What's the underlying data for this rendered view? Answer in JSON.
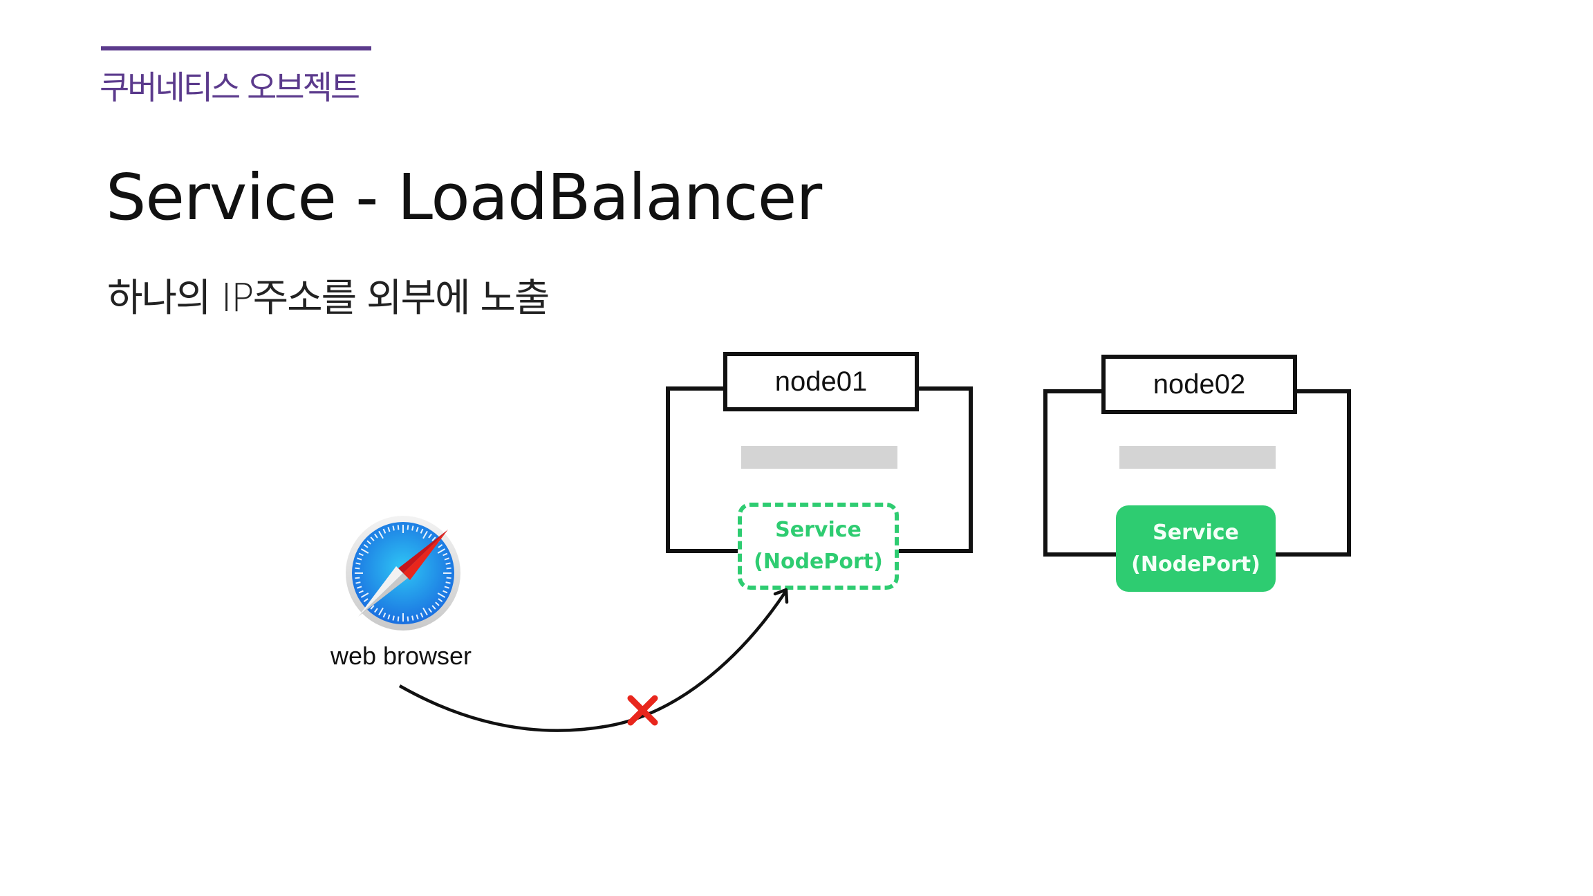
{
  "header": {
    "section_label": "쿠버네티스 오브젝트",
    "accent_color": "#5b3a8c"
  },
  "slide": {
    "title": "Service - LoadBalancer",
    "subtitle": "하나의 IP주소를 외부에 노출"
  },
  "diagram": {
    "client": {
      "label": "web browser",
      "icon": "safari-compass-icon"
    },
    "nodes": [
      {
        "label": "node01",
        "service": {
          "line1": "Service",
          "line2": "(NodePort)",
          "style": "dashed-outline"
        }
      },
      {
        "label": "node02",
        "service": {
          "line1": "Service",
          "line2": "(NodePort)",
          "style": "filled"
        }
      }
    ],
    "connection": {
      "from": "web browser",
      "to": "node01 Service (NodePort)",
      "status": "blocked",
      "marker": "x-mark-icon"
    },
    "colors": {
      "service_green": "#2ecc71",
      "blocked_red": "#e8261c",
      "placeholder_gray": "#d4d4d4"
    }
  }
}
